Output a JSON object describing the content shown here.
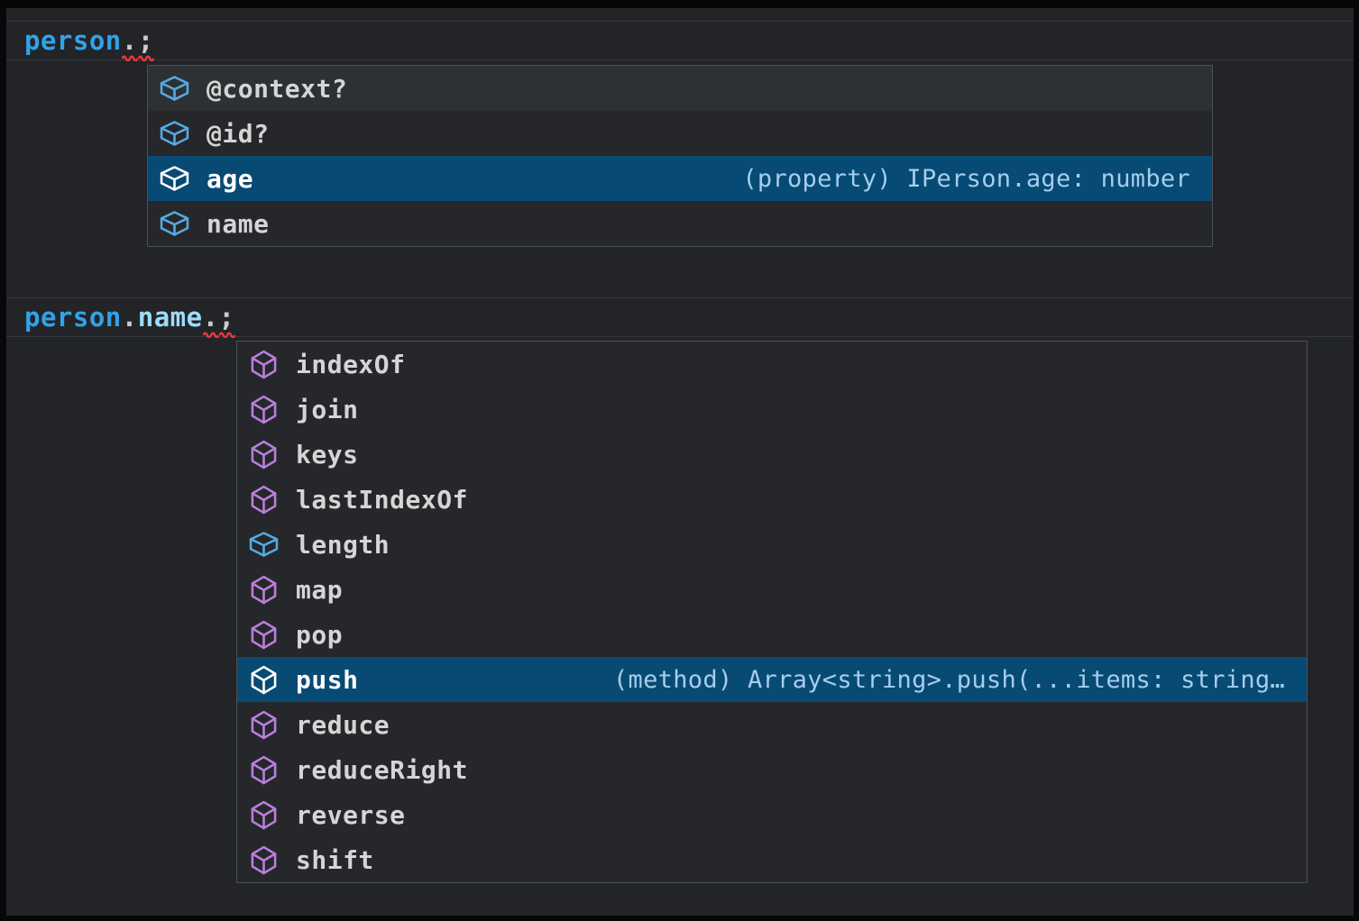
{
  "editor": {
    "line1": {
      "tokens": {
        "variable": "person",
        "dot": ".",
        "semicolon": ";"
      }
    },
    "line2": {
      "tokens": {
        "variable": "person",
        "dot1": ".",
        "property": "name",
        "dot2": ".",
        "semicolon": ";"
      }
    }
  },
  "colors": {
    "selection_background": "#074a74",
    "field_icon": "#53aae3",
    "method_icon": "#b87fdc",
    "variable_text": "#30a3e8",
    "property_text": "#9cdcfe",
    "error_squiggle": "#ed3a3a"
  },
  "suggest1": {
    "items": [
      {
        "label": "@context?",
        "kind": "field",
        "hovered": "true"
      },
      {
        "label": "@id?",
        "kind": "field"
      },
      {
        "label": "age",
        "kind": "field",
        "selected": "true",
        "detail": "(property) IPerson.age: number"
      },
      {
        "label": "name",
        "kind": "field"
      }
    ]
  },
  "suggest2": {
    "items": [
      {
        "label": "indexOf",
        "kind": "method"
      },
      {
        "label": "join",
        "kind": "method"
      },
      {
        "label": "keys",
        "kind": "method"
      },
      {
        "label": "lastIndexOf",
        "kind": "method"
      },
      {
        "label": "length",
        "kind": "field"
      },
      {
        "label": "map",
        "kind": "method"
      },
      {
        "label": "pop",
        "kind": "method"
      },
      {
        "label": "push",
        "kind": "method",
        "selected": "true",
        "detail": "(method) Array<string>.push(...items: string…"
      },
      {
        "label": "reduce",
        "kind": "method"
      },
      {
        "label": "reduceRight",
        "kind": "method"
      },
      {
        "label": "reverse",
        "kind": "method"
      },
      {
        "label": "shift",
        "kind": "method"
      }
    ]
  }
}
